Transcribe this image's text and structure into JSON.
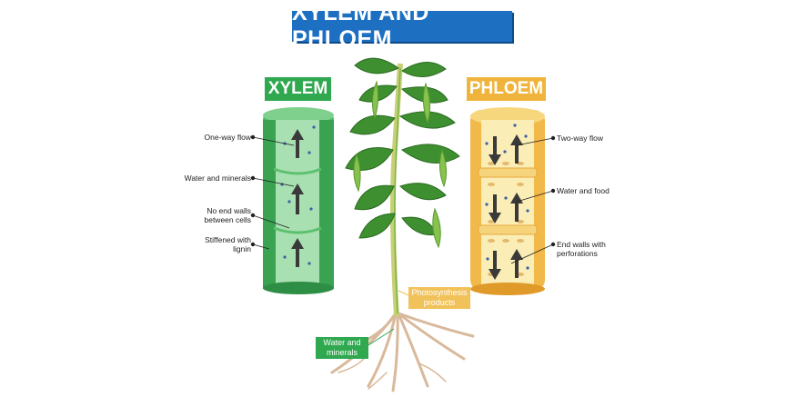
{
  "title": "XYLEM AND PHLOEM",
  "xylem": {
    "title": "XYLEM",
    "labels": [
      "One-way flow",
      "Water and minerals",
      "No end walls between cells",
      "Stiffened with lignin"
    ]
  },
  "phloem": {
    "title": "PHLOEM",
    "labels": [
      "Two-way flow",
      "Water and food",
      "End walls with perforations"
    ]
  },
  "plant": {
    "roots_tag": "Water and minerals",
    "leaf_tag": "Photosynthesis products"
  },
  "colors": {
    "title_bg": "#1d6fc2",
    "xylem": "#2fa84f",
    "phloem": "#f0b43c",
    "leaf": "#3e8f2f",
    "root": "#d9b99b"
  }
}
